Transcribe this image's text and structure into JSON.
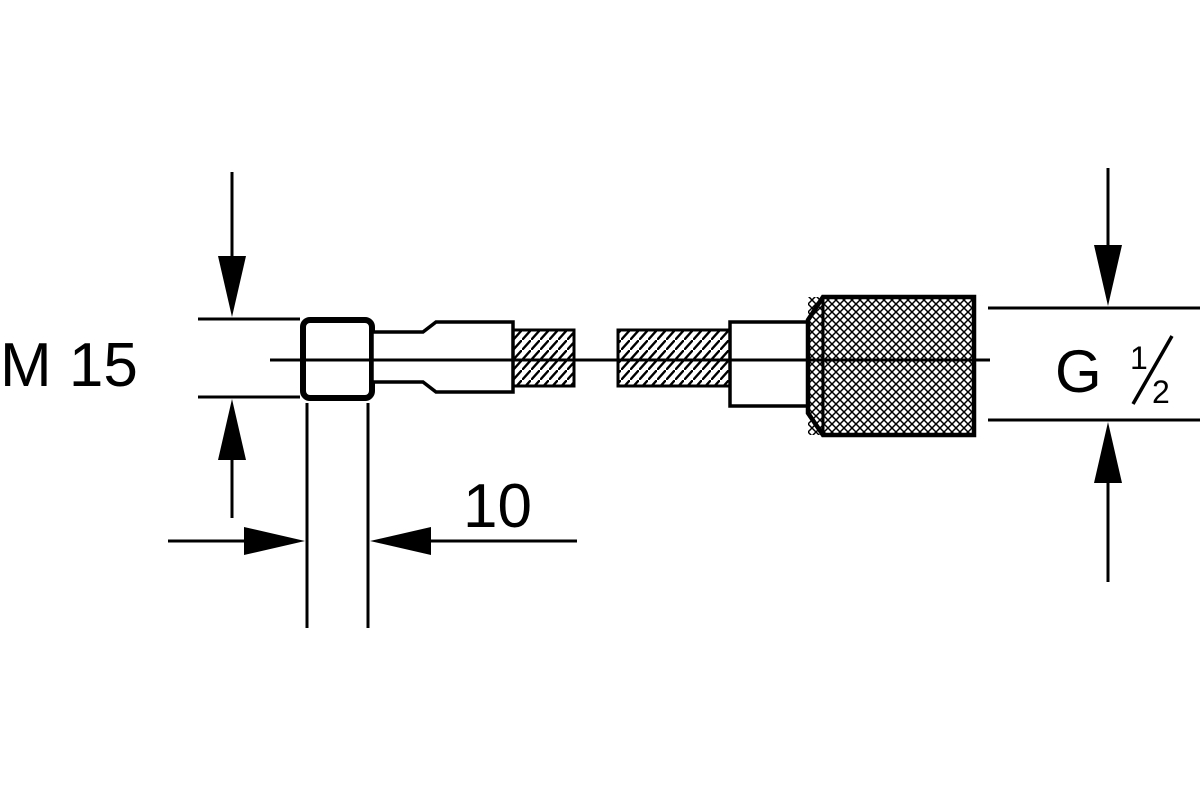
{
  "labels": {
    "thread_left": "M 15",
    "nut_width": "10",
    "thread_right_letter": "G",
    "thread_right_num": "1",
    "thread_right_den": "2"
  },
  "colors": {
    "ink": "#000000",
    "paper": "#ffffff"
  }
}
